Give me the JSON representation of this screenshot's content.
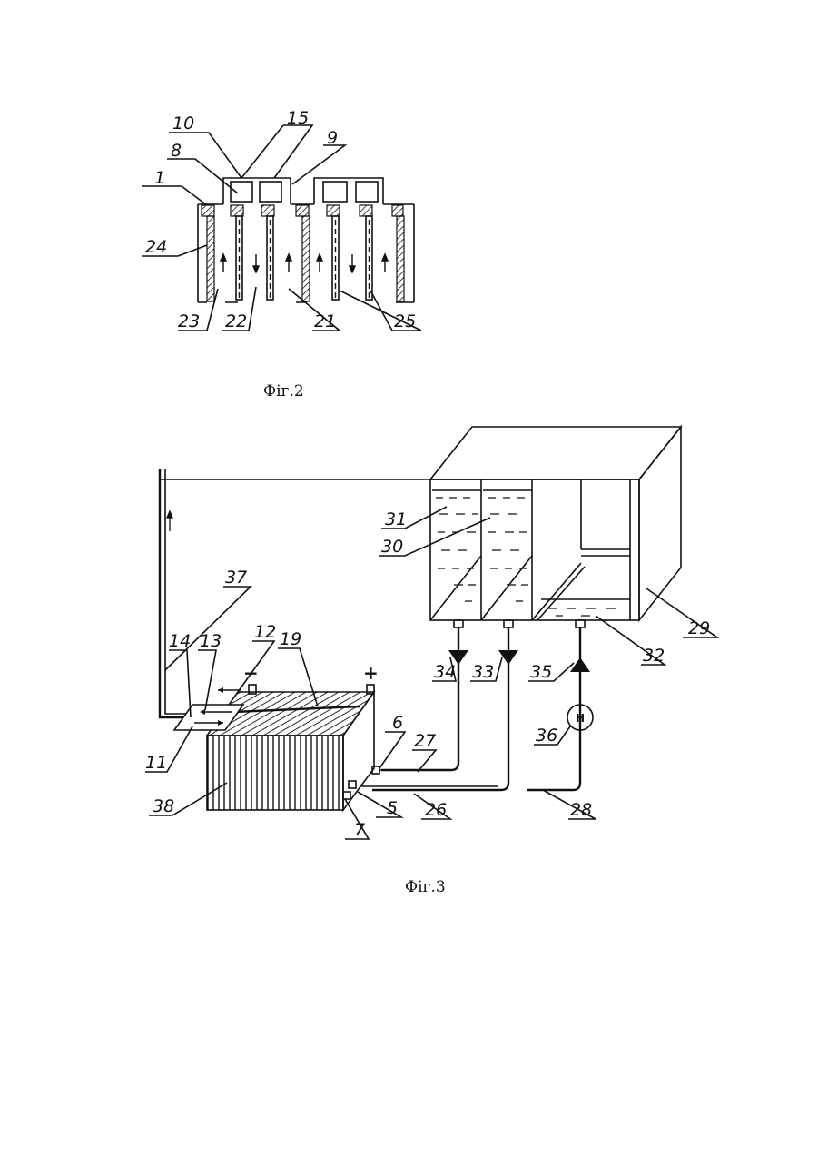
{
  "figures": [
    {
      "caption": "Фіг.2",
      "labels": [
        "10",
        "15",
        "8",
        "9",
        "1",
        "24",
        "23",
        "22",
        "21",
        "25"
      ]
    },
    {
      "caption": "Фіг.3",
      "labels": [
        "31",
        "30",
        "29",
        "37",
        "34",
        "33",
        "35",
        "32",
        "12",
        "19",
        "13",
        "14",
        "36",
        "6",
        "27",
        "11",
        "38",
        "5",
        "7",
        "26",
        "28"
      ],
      "signs": {
        "minus": "−",
        "plus": "+"
      },
      "pump_symbol": "H"
    }
  ],
  "icons": [
    "arrow-up-icon",
    "arrow-down-icon",
    "triangle-down-icon",
    "triangle-up-icon"
  ]
}
